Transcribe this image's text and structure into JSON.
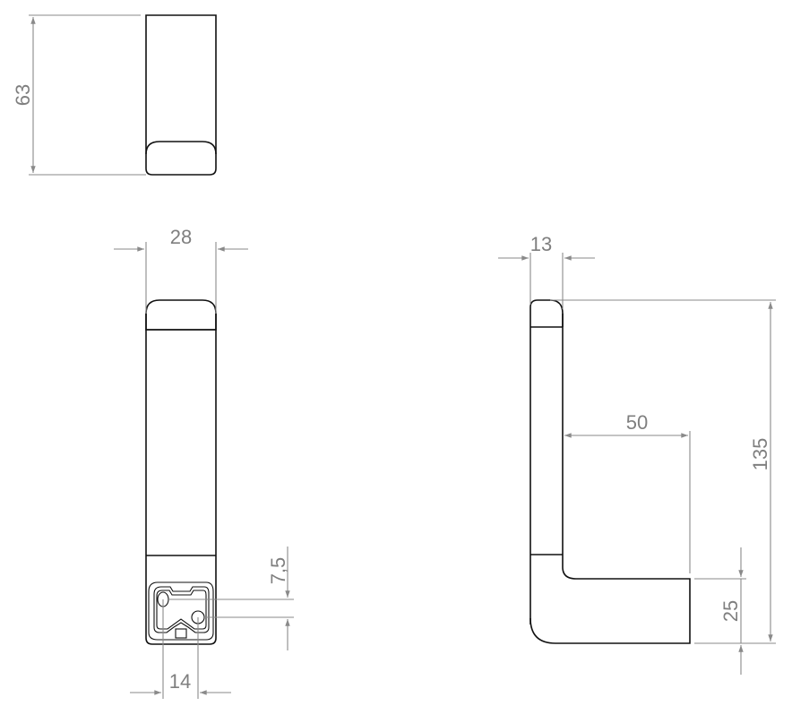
{
  "drawing": {
    "type": "technical-dimension-drawing",
    "subject": "wall hook",
    "units": "mm",
    "colors": {
      "part_outline": "#111111",
      "dimension_lines": "#8a8a8a",
      "dimension_text": "#7f7f7f",
      "background": "#ffffff"
    },
    "views": {
      "top_view": {
        "dimensions": {
          "height": "63"
        }
      },
      "front_view": {
        "dimensions": {
          "width": "28",
          "hole_spacing_horizontal": "14",
          "hole_offset_vertical": "7,5"
        }
      },
      "side_view": {
        "dimensions": {
          "depth": "13",
          "projection": "50",
          "total_height": "135",
          "hook_thickness": "25"
        }
      }
    }
  }
}
